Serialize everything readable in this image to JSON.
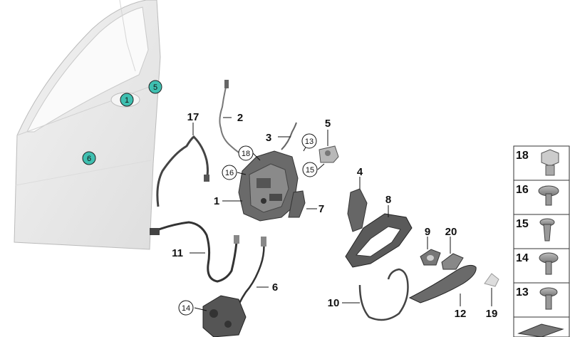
{
  "callouts": [
    {
      "id": "c1",
      "text": "1"
    },
    {
      "id": "c2",
      "text": "2"
    },
    {
      "id": "c3",
      "text": "3"
    },
    {
      "id": "c4",
      "text": "4"
    },
    {
      "id": "c5",
      "text": "5"
    },
    {
      "id": "c6",
      "text": "6"
    },
    {
      "id": "c7",
      "text": "7"
    },
    {
      "id": "c8",
      "text": "8"
    },
    {
      "id": "c9",
      "text": "9"
    },
    {
      "id": "c10",
      "text": "10"
    },
    {
      "id": "c11",
      "text": "11"
    },
    {
      "id": "c12",
      "text": "12"
    },
    {
      "id": "c17",
      "text": "17"
    },
    {
      "id": "c19",
      "text": "19"
    },
    {
      "id": "c20",
      "text": "20"
    }
  ],
  "circled": [
    {
      "id": "o13",
      "text": "13"
    },
    {
      "id": "o14",
      "text": "14"
    },
    {
      "id": "o15",
      "text": "15"
    },
    {
      "id": "o16",
      "text": "16"
    },
    {
      "id": "o18",
      "text": "18"
    }
  ],
  "teal_markers": [
    {
      "id": "t1",
      "text": "1"
    },
    {
      "id": "t5",
      "text": "5"
    },
    {
      "id": "t6",
      "text": "6"
    }
  ],
  "side_panel": [
    {
      "id": "s18",
      "text": "18"
    },
    {
      "id": "s16",
      "text": "16"
    },
    {
      "id": "s15",
      "text": "15"
    },
    {
      "id": "s14",
      "text": "14"
    },
    {
      "id": "s13",
      "text": "13"
    }
  ],
  "colors": {
    "teal": "#3fbfb0",
    "door": "#eaeaea",
    "part_dark": "#555555",
    "part_light": "#cfcfcf"
  }
}
